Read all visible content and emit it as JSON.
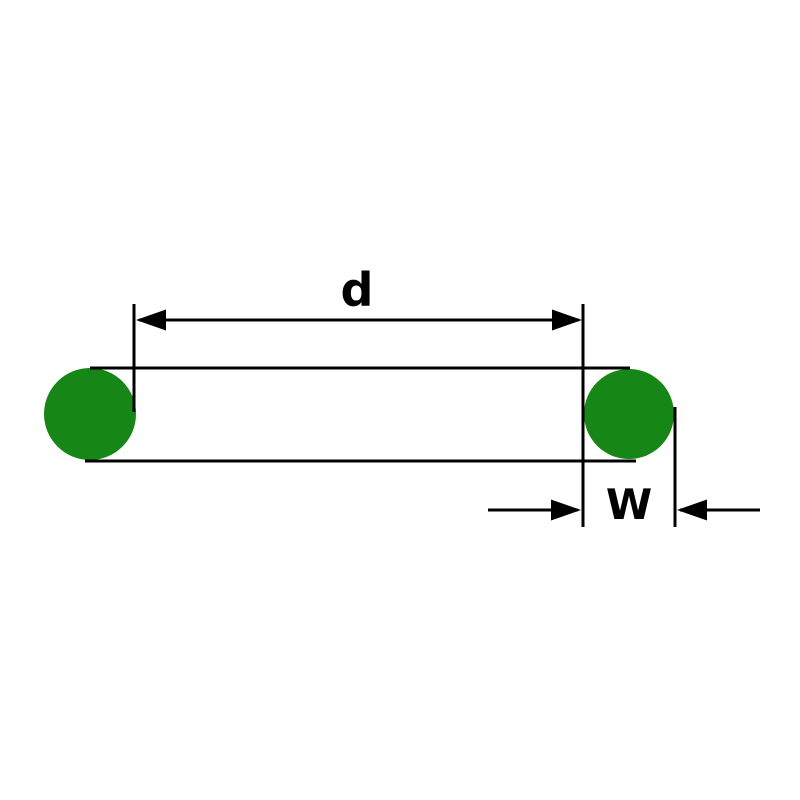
{
  "diagram": {
    "kind": "o-ring-cross-section-dimension-drawing",
    "labels": {
      "inner_diameter": "d",
      "cross_section_width": "W"
    },
    "colors": {
      "ring": "#168616",
      "line": "#000000",
      "background": "#ffffff"
    }
  }
}
